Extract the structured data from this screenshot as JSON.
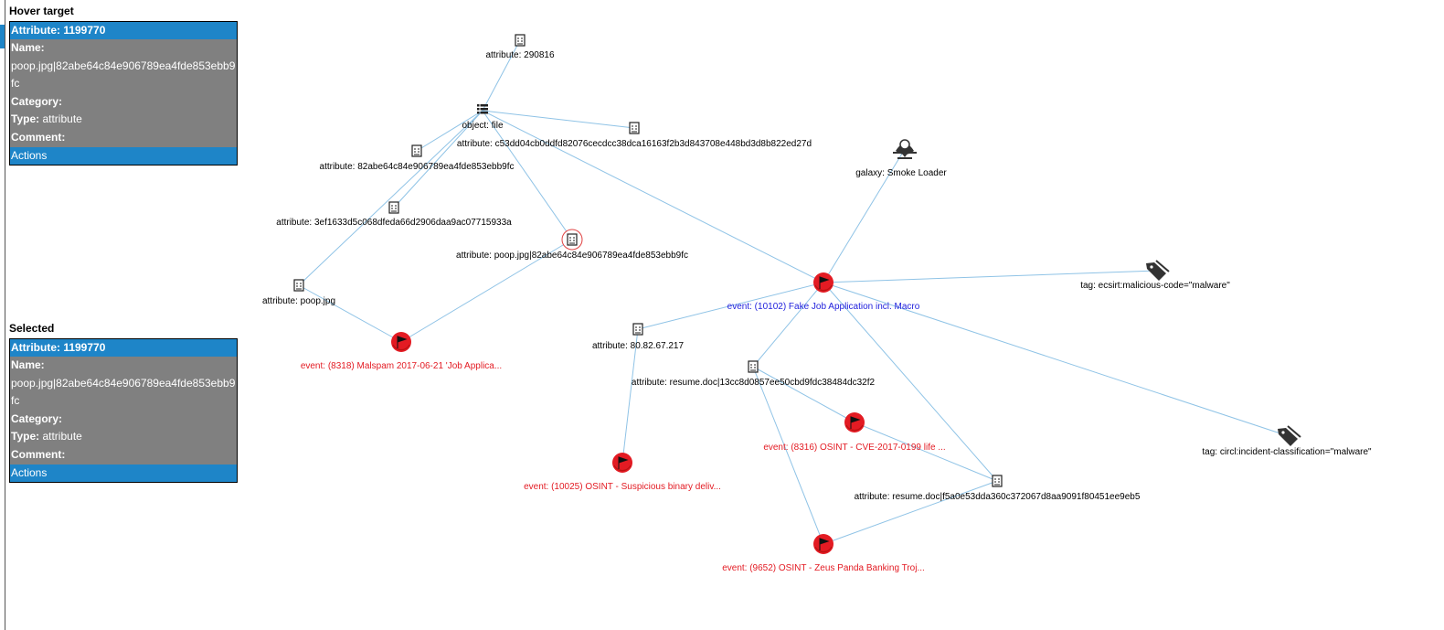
{
  "hover": {
    "title": "Hover target",
    "header": "Attribute: 1199770",
    "name_label": "Name:",
    "name_value": "poop.jpg|82abe64c84e906789ea4fde853ebb9fc",
    "category_label": "Category:",
    "type_label": "Type:",
    "type_value": "attribute",
    "comment_label": "Comment:",
    "actions": "Actions"
  },
  "selected": {
    "title": "Selected",
    "header": "Attribute: 1199770",
    "name_label": "Name:",
    "name_value": "poop.jpg|82abe64c84e906789ea4fde853ebb9fc",
    "category_label": "Category:",
    "type_label": "Type:",
    "type_value": "attribute",
    "comment_label": "Comment:",
    "actions": "Actions"
  },
  "colors": {
    "accent": "#1e85c8",
    "panel": "#808080",
    "edge": "#8fc3e6",
    "event_red": "#e31b23",
    "event_label_red": "#e31b23",
    "event_label_blue": "#2222dd"
  },
  "graph": {
    "nodes": [
      {
        "id": "a290816",
        "kind": "attribute",
        "label": "attribute: 290816"
      },
      {
        "id": "objfile",
        "kind": "object",
        "label": "object: file"
      },
      {
        "id": "ac53",
        "kind": "attribute",
        "label": "attribute: c53dd04cb0ddfd82076cecdcc38dca16163f2b3d843708e448bd3d8b822ed27d"
      },
      {
        "id": "a82",
        "kind": "attribute",
        "label": "attribute: 82abe64c84e906789ea4fde853ebb9fc"
      },
      {
        "id": "a3ef",
        "kind": "attribute",
        "label": "attribute: 3ef1633d5c068dfeda66d2906daa9ac07715933a"
      },
      {
        "id": "apoopjpgmd5",
        "kind": "attribute",
        "label": "attribute: poop.jpg|82abe64c84e906789ea4fde853ebb9fc",
        "selected": true
      },
      {
        "id": "apoop",
        "kind": "attribute",
        "label": "attribute: poop.jpg"
      },
      {
        "id": "e8318",
        "kind": "event",
        "label": "event: (8318) Malspam 2017-06-21 'Job Applica...",
        "label_color": "red"
      },
      {
        "id": "galaxy",
        "kind": "galaxy",
        "label": "galaxy: Smoke Loader"
      },
      {
        "id": "e10102",
        "kind": "event",
        "label": "event: (10102) Fake Job Application incl. Macro",
        "label_color": "blue"
      },
      {
        "id": "tag1",
        "kind": "tag",
        "label": "tag: ecsirt:malicious-code=\"malware\""
      },
      {
        "id": "aip",
        "kind": "attribute",
        "label": "attribute: 80.82.67.217"
      },
      {
        "id": "aresume1",
        "kind": "attribute",
        "label": "attribute: resume.doc|13cc8d0857ee50cbd9fdc38484dc32f2"
      },
      {
        "id": "e8316",
        "kind": "event",
        "label": "event: (8316) OSINT - CVE-2017-0199 life ...",
        "label_color": "red"
      },
      {
        "id": "tag2",
        "kind": "tag",
        "label": "tag: circl:incident-classification=\"malware\""
      },
      {
        "id": "e10025",
        "kind": "event",
        "label": "event: (10025) OSINT - Suspicious binary deliv...",
        "label_color": "red"
      },
      {
        "id": "aresume2",
        "kind": "attribute",
        "label": "attribute: resume.doc|f5a0e53dda360c372067d8aa9091f80451ee9eb5"
      },
      {
        "id": "e9652",
        "kind": "event",
        "label": "event: (9652) OSINT - Zeus Panda Banking Troj...",
        "label_color": "red"
      }
    ],
    "edges": [
      [
        "a290816",
        "objfile"
      ],
      [
        "objfile",
        "ac53"
      ],
      [
        "objfile",
        "a82"
      ],
      [
        "objfile",
        "a3ef"
      ],
      [
        "objfile",
        "apoopjpgmd5"
      ],
      [
        "objfile",
        "apoop"
      ],
      [
        "objfile",
        "e10102"
      ],
      [
        "apoopjpgmd5",
        "e8318"
      ],
      [
        "apoop",
        "e8318"
      ],
      [
        "galaxy",
        "e10102"
      ],
      [
        "e10102",
        "tag1"
      ],
      [
        "e10102",
        "aip"
      ],
      [
        "e10102",
        "aresume1"
      ],
      [
        "e10102",
        "tag2"
      ],
      [
        "e10102",
        "aresume2"
      ],
      [
        "aip",
        "e10025"
      ],
      [
        "aresume1",
        "e8316"
      ],
      [
        "aresume1",
        "e9652"
      ],
      [
        "e8316",
        "aresume2"
      ],
      [
        "aresume2",
        "e9652"
      ]
    ]
  }
}
